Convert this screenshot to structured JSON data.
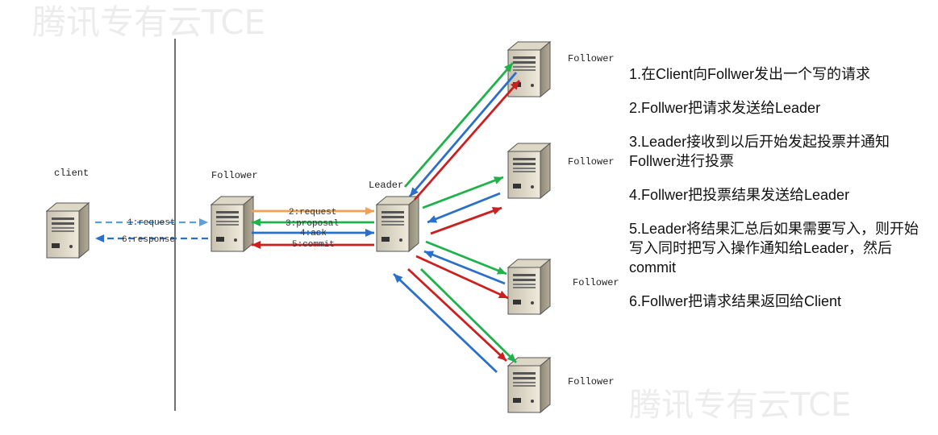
{
  "watermark_top": "腾讯专有云TCE",
  "watermark_bottom": "腾讯专有云TCE",
  "nodes": {
    "client": "client",
    "follower_mid": "Follower",
    "leader": "Leader",
    "follower_1": "Follower",
    "follower_2": "Follower",
    "follower_3": "Follower",
    "follower_4": "Follower"
  },
  "messages": {
    "request_client": "1:request",
    "response_client": "6:response",
    "request_leader": "2:request",
    "proposal": "3:proposal",
    "ack": "4:ack",
    "commit": "5:commit"
  },
  "colors": {
    "request": "#f5a050",
    "proposal": "#1fb24a",
    "ack": "#2a6fc9",
    "commit": "#cc1f1f",
    "client_link": "#5aa0e0"
  },
  "steps": [
    "1.在Client向Follwer发出一个写的请求",
    "2.Follwer把请求发送给Leader",
    "3.Leader接收到以后开始发起投票并通知Follwer进行投票",
    "4.Follwer把投票结果发送给Leader",
    "5.Leader将结果汇总后如果需要写入，则开始写入同时把写入操作通知给Leader，然后commit",
    "6.Follwer把请求结果返回给Client"
  ]
}
